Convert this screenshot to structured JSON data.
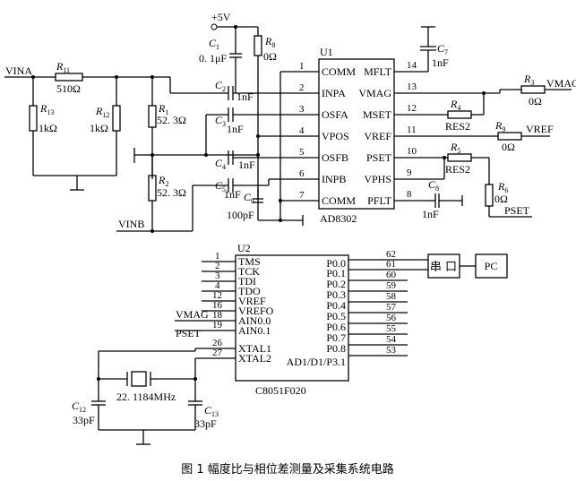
{
  "caption": "图 1  幅度比与相位差测量及采集系统电路",
  "ad8302": {
    "designator": "U1",
    "part": "AD8302",
    "left_pins": [
      {
        "num": "1",
        "name": "COMM"
      },
      {
        "num": "2",
        "name": "INPA"
      },
      {
        "num": "3",
        "name": "OSFA"
      },
      {
        "num": "4",
        "name": "VPOS"
      },
      {
        "num": "5",
        "name": "OSFB"
      },
      {
        "num": "6",
        "name": "INPB"
      },
      {
        "num": "7",
        "name": "COMM"
      }
    ],
    "right_pins": [
      {
        "num": "14",
        "name": "MFLT"
      },
      {
        "num": "13",
        "name": "VMAG"
      },
      {
        "num": "12",
        "name": "MSET"
      },
      {
        "num": "11",
        "name": "VREF"
      },
      {
        "num": "10",
        "name": "PSET"
      },
      {
        "num": "9",
        "name": "VPHS"
      },
      {
        "num": "8",
        "name": "PFLT"
      }
    ]
  },
  "c8051": {
    "designator": "U2",
    "part": "C8051F020",
    "left_pins": [
      {
        "num": "1",
        "name": "TMS"
      },
      {
        "num": "2",
        "name": "TCK"
      },
      {
        "num": "3",
        "name": "TDI"
      },
      {
        "num": "4",
        "name": "TDO"
      },
      {
        "num": "12",
        "name": "VREF"
      },
      {
        "num": "16",
        "name": "VREFO"
      },
      {
        "num": "18",
        "name": "AIN0.0"
      },
      {
        "num": "19",
        "name": "AIN0.1"
      },
      {
        "num": "26",
        "name": "XTAL1"
      },
      {
        "num": "27",
        "name": "XTAL2"
      }
    ],
    "right_pins": [
      {
        "num": "62",
        "name": "P0.0"
      },
      {
        "num": "61",
        "name": "P0.1"
      },
      {
        "num": "60",
        "name": "P0.2"
      },
      {
        "num": "59",
        "name": "P0.3"
      },
      {
        "num": "58",
        "name": "P0.4"
      },
      {
        "num": "57",
        "name": "P0.5"
      },
      {
        "num": "56",
        "name": "P0.6"
      },
      {
        "num": "55",
        "name": "P0.7"
      },
      {
        "num": "54",
        "name": "P0.8"
      },
      {
        "num": "53",
        "name": "AD1/D1/P3.1"
      }
    ]
  },
  "labels": {
    "vina": "VINA",
    "vinb": "VINB",
    "supply": "+5V",
    "vmag_out": "VMAG",
    "vref_out": "VREF",
    "pset_out": "PSET",
    "u2_vmag_in": "VMAG",
    "u2_pset_in": "PSET",
    "serial": "串 口",
    "pc": "PC",
    "crystal": "22. 1184MHz"
  },
  "components": {
    "r11": {
      "ref": "R",
      "sub": "11",
      "value": "510Ω"
    },
    "r13": {
      "ref": "R",
      "sub": "13",
      "value": "1kΩ"
    },
    "r12": {
      "ref": "R",
      "sub": "12",
      "value": "1kΩ"
    },
    "r1": {
      "ref": "R",
      "sub": "1",
      "value": "52. 3Ω"
    },
    "r2": {
      "ref": "R",
      "sub": "2",
      "value": "52. 3Ω"
    },
    "r8": {
      "ref": "R",
      "sub": "8",
      "value": "0Ω"
    },
    "c1": {
      "ref": "C",
      "sub": "1",
      "value": "0. 1μF"
    },
    "c2": {
      "ref": "C",
      "sub": "2",
      "value": "1nF"
    },
    "c3": {
      "ref": "C",
      "sub": "3",
      "value": "1nF"
    },
    "c4": {
      "ref": "C",
      "sub": "4",
      "value": "1nF"
    },
    "c5": {
      "ref": "C",
      "sub": "5",
      "value": "1nF"
    },
    "c6": {
      "ref": "C",
      "sub": "6",
      "value": "100pF"
    },
    "c7": {
      "ref": "C",
      "sub": "7",
      "value": "1nF"
    },
    "c8": {
      "ref": "C",
      "sub": "8",
      "value": "1nF"
    },
    "r3": {
      "ref": "R",
      "sub": "3",
      "value": "0Ω"
    },
    "r4": {
      "ref": "R",
      "sub": "4",
      "value": "RES2"
    },
    "r9": {
      "ref": "R",
      "sub": "9",
      "value": "0Ω"
    },
    "r5": {
      "ref": "R",
      "sub": "5",
      "value": "RES2"
    },
    "r6": {
      "ref": "R",
      "sub": "6",
      "value": "0Ω"
    },
    "c12": {
      "ref": "C",
      "sub": "12",
      "value": "33pF"
    },
    "c13": {
      "ref": "C",
      "sub": "13",
      "value": "33pF"
    }
  }
}
